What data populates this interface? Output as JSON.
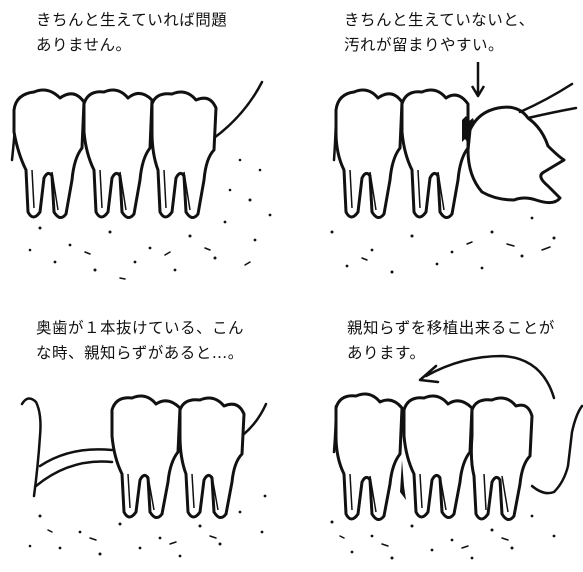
{
  "panels": [
    {
      "caption": [
        "きちんと生えていれば問題",
        "ありません。"
      ]
    },
    {
      "caption": [
        "きちんと生えていないと、",
        "汚れが留まりやすい。"
      ]
    },
    {
      "caption": [
        "奥歯が１本抜けている、こん",
        "な時、親知らずがあると…。"
      ]
    },
    {
      "caption": [
        "親知らずを移植出来ることが",
        "あります。"
      ]
    }
  ]
}
